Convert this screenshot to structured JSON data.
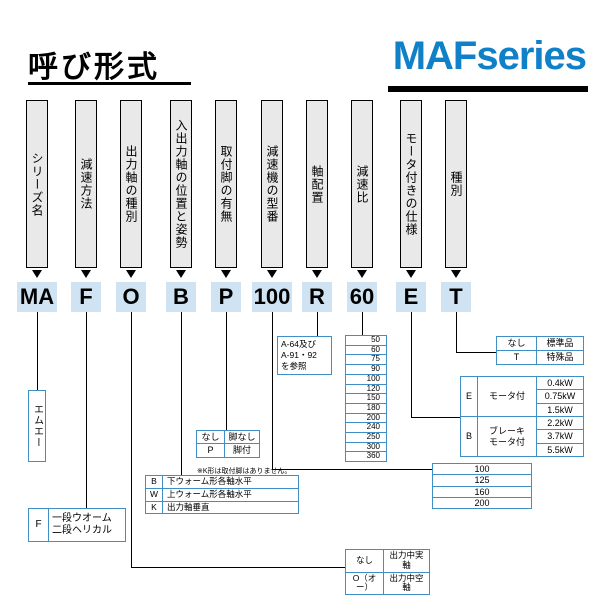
{
  "header": {
    "title": "呼び形式",
    "series_logo": "MAFseries"
  },
  "colors": {
    "accent_blue": "#1080c8",
    "table_border_blue": "#3f8ec6",
    "code_background": "#cfe3f2",
    "label_background": "#e9e9e9"
  },
  "columns": [
    {
      "label": "シリーズ名",
      "code": "MA"
    },
    {
      "label": "減速方法",
      "code": "F"
    },
    {
      "label": "出力軸の種別",
      "code": "O"
    },
    {
      "label": "入出力軸の位置と姿勢",
      "code": "B"
    },
    {
      "label": "取付脚の有無",
      "code": "P"
    },
    {
      "label": "減速機の型番",
      "code": "100"
    },
    {
      "label": "軸配置",
      "code": "R"
    },
    {
      "label": "減速比",
      "code": "60"
    },
    {
      "label": "モータ付きの仕様",
      "code": "E"
    },
    {
      "label": "種別",
      "code": "T"
    }
  ],
  "tables": {
    "series_note": "エムエー",
    "reduction_method": {
      "code": "F",
      "line1": "一段ウオーム",
      "line2": "二段ヘリカル"
    },
    "output_shaft": {
      "rows": [
        [
          "なし",
          "出力中実軸"
        ],
        [
          "O（オー）",
          "出力中空軸"
        ]
      ]
    },
    "shaft_position": {
      "rows": [
        [
          "B",
          "下ウォーム形各軸水平"
        ],
        [
          "W",
          "上ウォーム形各軸水平"
        ],
        [
          "K",
          "出力軸垂直"
        ]
      ]
    },
    "mounting_legs": {
      "rows": [
        [
          "なし",
          "脚なし"
        ],
        [
          "P",
          "脚付"
        ]
      ],
      "note": "※K形は取付脚はありません。"
    },
    "shaft_arrangement_ref": {
      "line1": "A-64及び",
      "line2": "A-91・92",
      "line3": "を参照"
    },
    "reduction_ratios": [
      "50",
      "60",
      "75",
      "90",
      "100",
      "120",
      "150",
      "180",
      "200",
      "240",
      "250",
      "300",
      "360"
    ],
    "model_numbers": [
      "100",
      "125",
      "160",
      "200"
    ],
    "motor_spec": [
      {
        "code": "E",
        "label1": "モータ付",
        "label2": "",
        "kw": [
          "0.4kW",
          "0.75kW",
          "1.5kW"
        ]
      },
      {
        "code": "B",
        "label1": "ブレーキ",
        "label2": "モータ付",
        "kw": [
          "2.2kW",
          "3.7kW",
          "5.5kW"
        ]
      }
    ],
    "type": {
      "rows": [
        [
          "なし",
          "標準品"
        ],
        [
          "T",
          "特殊品"
        ]
      ]
    }
  }
}
